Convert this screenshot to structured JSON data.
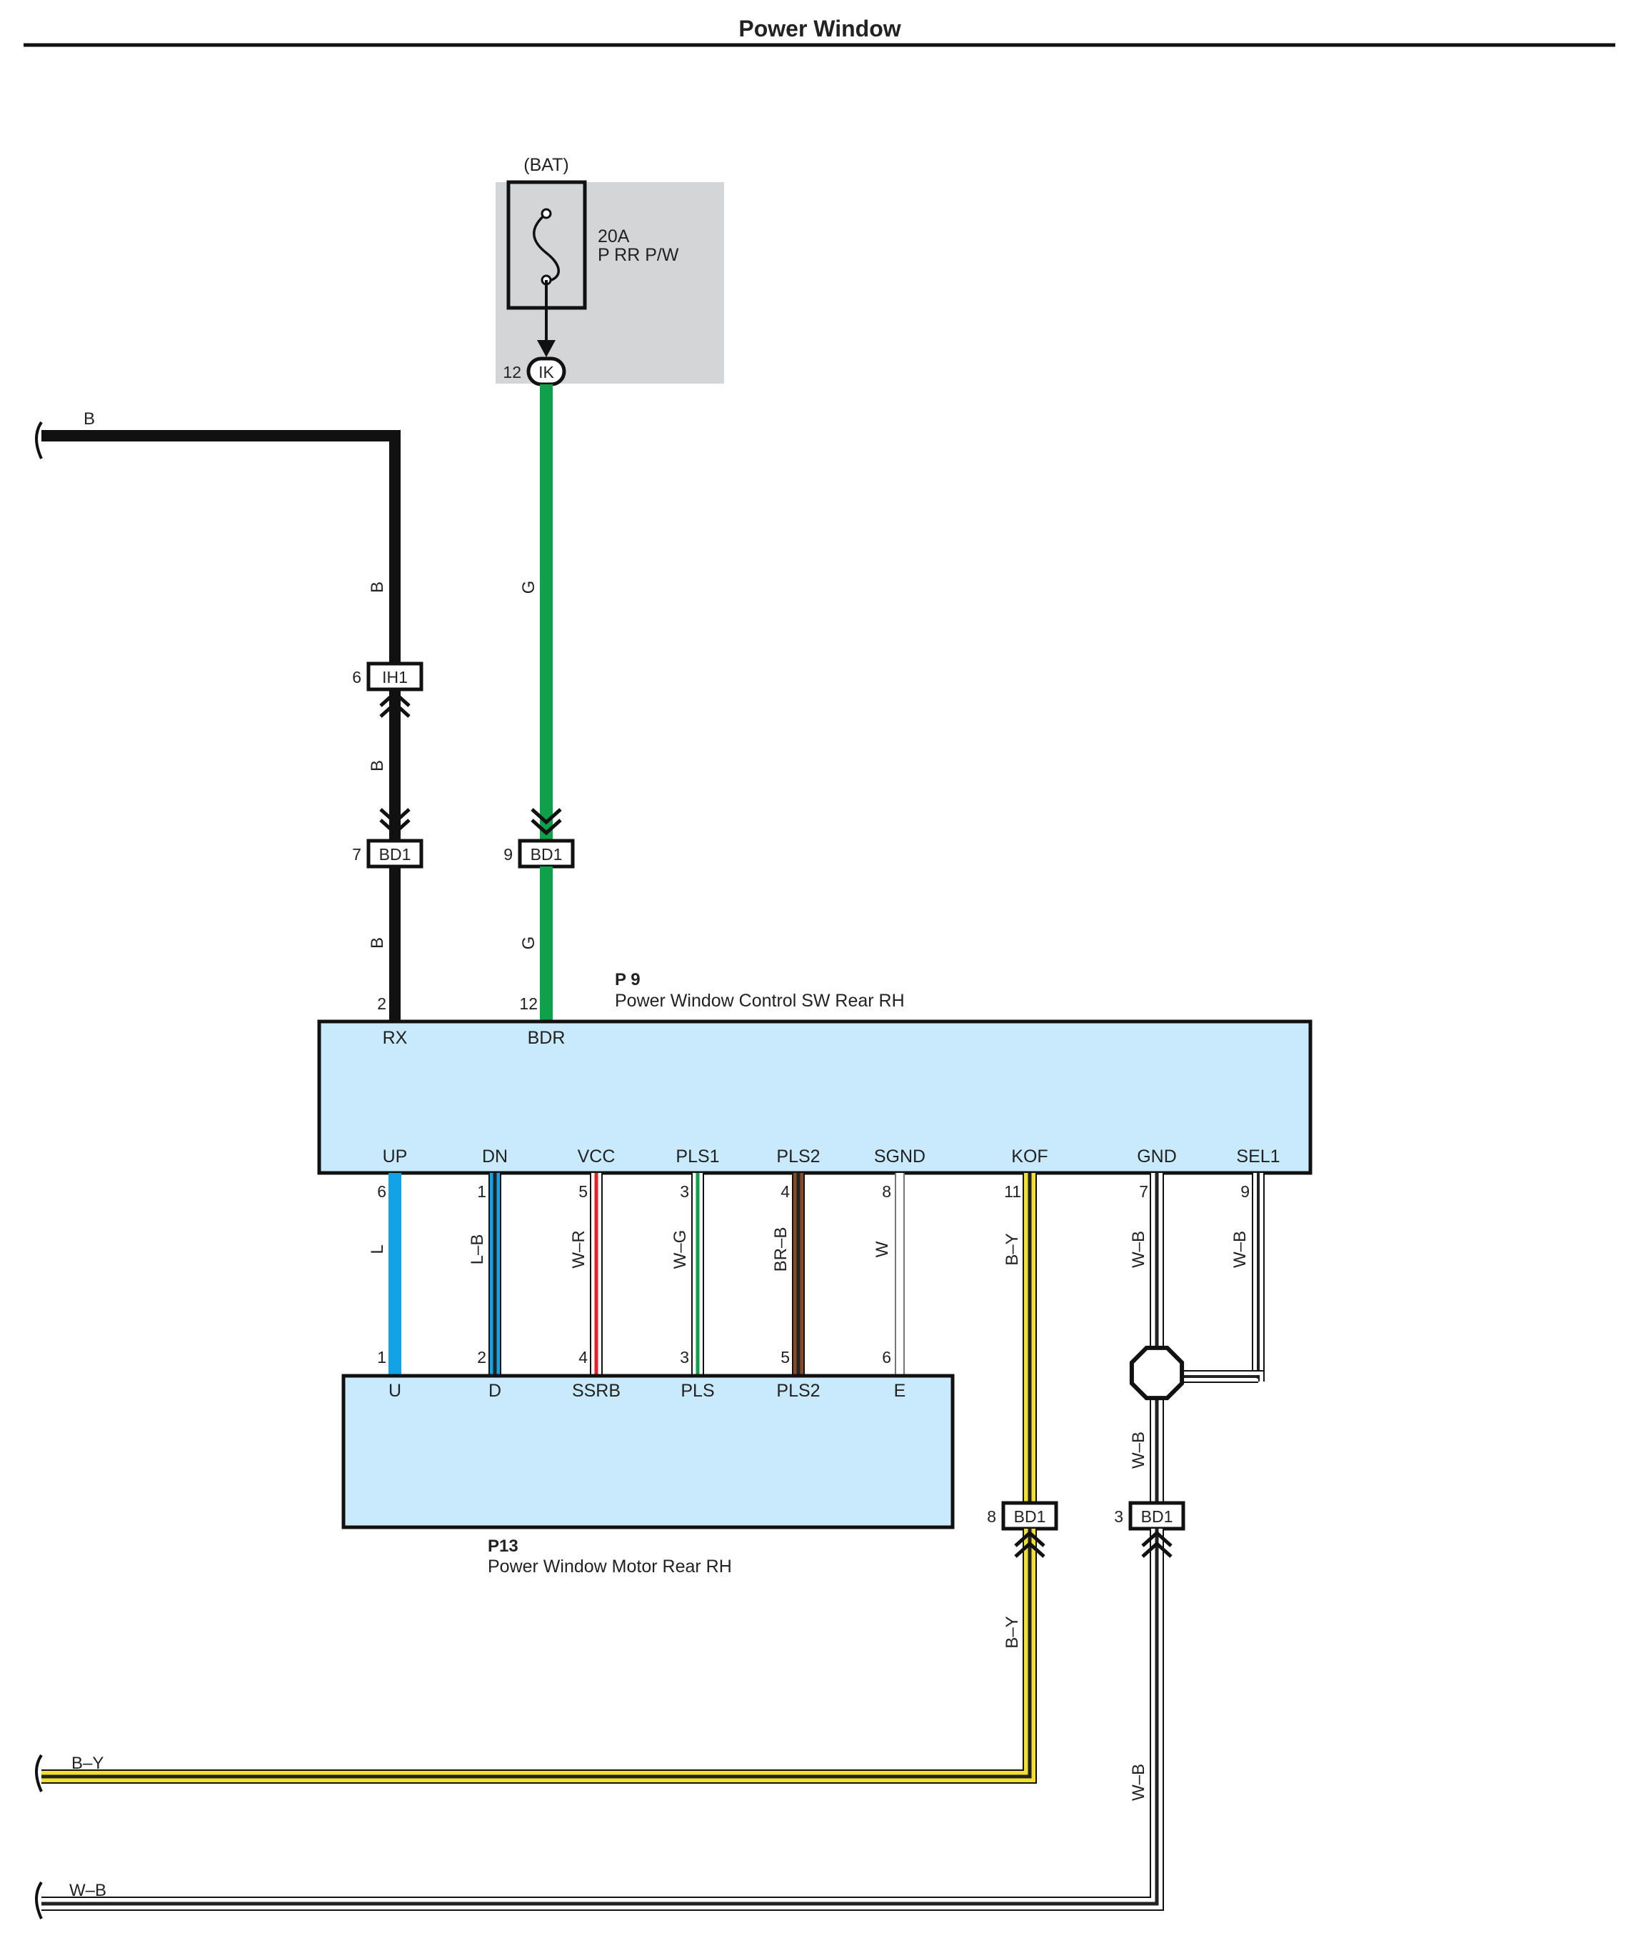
{
  "title": "Power Window",
  "colors": {
    "B": "#1a1a1a",
    "G": "#0fa14a",
    "L": "#12a3e6",
    "R": "#e0202a",
    "Y": "#f0e030",
    "BR": "#8b4a26",
    "W": "#ffffff",
    "stripe_dark": "#222222",
    "component_fill": "#c8eafc",
    "fuse_block_fill": "#d4d5d7"
  },
  "fuse": {
    "source": "(BAT)",
    "rating": "20A",
    "name": "P RR P/W",
    "connector": "IK",
    "pin": "12"
  },
  "ground_wires": {
    "b_label": "B",
    "by_label": "B–Y",
    "wb_label": "W–B"
  },
  "connectors": {
    "ih1": {
      "name": "IH1",
      "pin": "6"
    },
    "bd1_7": {
      "name": "BD1",
      "pin": "7"
    },
    "bd1_9": {
      "name": "BD1",
      "pin": "9"
    },
    "bd1_8": {
      "name": "BD1",
      "pin": "8"
    },
    "bd1_3": {
      "name": "BD1",
      "pin": "3"
    }
  },
  "wire_labels": {
    "b": "B",
    "g": "G",
    "by": "B–Y",
    "wb": "W–B"
  },
  "p9": {
    "id": "P 9",
    "name": "Power Window Control SW Rear RH",
    "top_terminals": [
      {
        "pin": "2",
        "name": "RX"
      },
      {
        "pin": "12",
        "name": "BDR"
      }
    ],
    "bottom_terminals": [
      {
        "pin": "6",
        "name": "UP",
        "wire": "L"
      },
      {
        "pin": "1",
        "name": "DN",
        "wire": "L–B"
      },
      {
        "pin": "5",
        "name": "VCC",
        "wire": "W–R"
      },
      {
        "pin": "3",
        "name": "PLS1",
        "wire": "W–G"
      },
      {
        "pin": "4",
        "name": "PLS2",
        "wire": "BR–B"
      },
      {
        "pin": "8",
        "name": "SGND",
        "wire": "W"
      },
      {
        "pin": "11",
        "name": "KOF",
        "wire": "B–Y"
      },
      {
        "pin": "7",
        "name": "GND",
        "wire": "W–B"
      },
      {
        "pin": "9",
        "name": "SEL1",
        "wire": "W–B"
      }
    ]
  },
  "p13": {
    "id": "P13",
    "name": "Power Window Motor Rear RH",
    "terminals": [
      {
        "pin": "1",
        "name": "U"
      },
      {
        "pin": "2",
        "name": "D"
      },
      {
        "pin": "4",
        "name": "SSRB"
      },
      {
        "pin": "3",
        "name": "PLS"
      },
      {
        "pin": "5",
        "name": "PLS2"
      },
      {
        "pin": "6",
        "name": "E"
      }
    ]
  },
  "gnd_junction_label": "W–B"
}
